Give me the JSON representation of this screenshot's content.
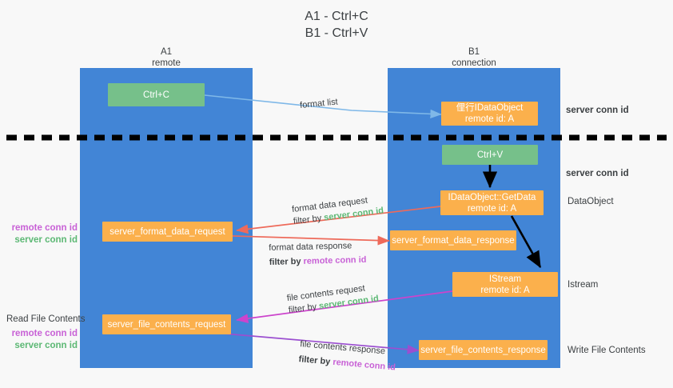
{
  "title": {
    "line1": "A1 - Ctrl+C",
    "line2": "B1 - Ctrl+V"
  },
  "columns": [
    {
      "id": "A1",
      "name": "A1",
      "role": "remote"
    },
    {
      "id": "B1",
      "name": "B1",
      "role": "connection"
    }
  ],
  "nodes": {
    "ctrl_c": "Ctrl+C",
    "ctrl_v": "Ctrl+V",
    "idataobject_title": "俚行IDataObject",
    "idataobject_sub": "remote id: A",
    "getdata_title": "IDataObject::GetData",
    "getdata_sub": "remote id: A",
    "istream_title": "IStream",
    "istream_sub": "remote id: A",
    "server_format_data_request": "server_format_data_request",
    "server_format_data_response": "server_format_data_response",
    "server_file_contents_request": "server_file_contents_request",
    "server_file_contents_response": "server_file_contents_response"
  },
  "edges": {
    "format_list": "format list",
    "format_data_request": "format data request",
    "format_data_response": "format data response",
    "file_contents_request": "file contents request",
    "file_contents_response": "file contents response",
    "filter_by": "filter by",
    "server_conn_id": "server conn id",
    "remote_conn_id": "remote conn id"
  },
  "annotations": {
    "server_conn_id_top": "server conn id",
    "server_conn_id_mid": "server conn id",
    "dataobject": "DataObject",
    "istream": "Istream",
    "write_file_contents": "Write File Contents",
    "read_file_contents": "Read File Contents",
    "remote_conn_id": "remote conn id",
    "server_conn_id": "server conn id"
  },
  "colors": {
    "lifeline": "#4285d6",
    "green_node": "#76c08a",
    "orange_node": "#fbb04c",
    "server_conn": "#5cb874",
    "remote_conn": "#c861d6",
    "arrow_blue": "#7fb8e8",
    "arrow_red": "#ee6a5a",
    "arrow_magenta": "#cc44cc",
    "arrow_purple": "#9b4fd0",
    "arrow_black": "#000000",
    "divider": "#000000"
  }
}
